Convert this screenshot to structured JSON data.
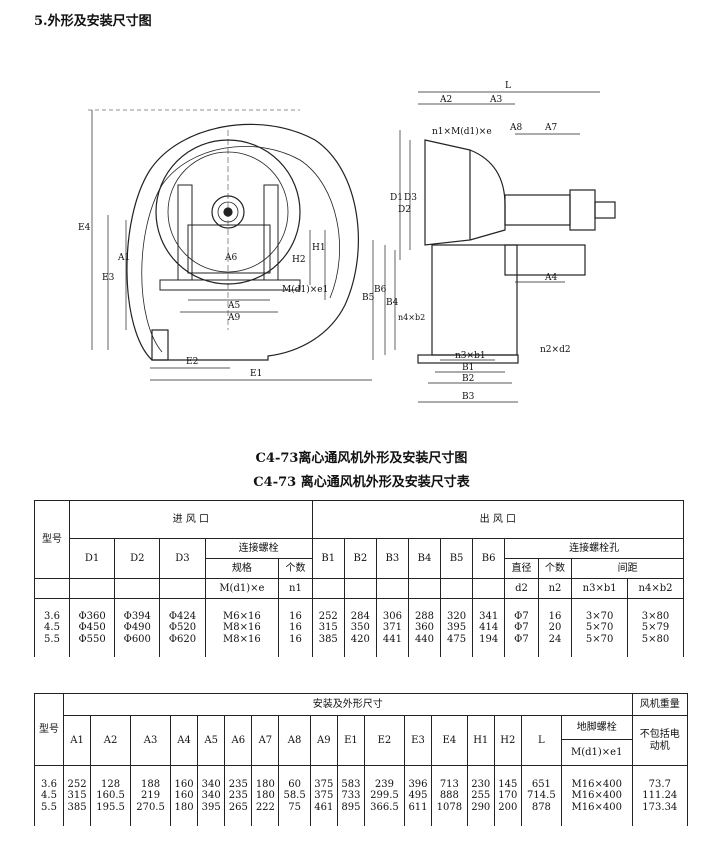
{
  "section_title": "5.外形及安装尺寸图",
  "figure_caption": "C4-73离心通风机外形及安装尺寸图",
  "table_caption": "C4-73 离心通风机外形及安装尺寸表",
  "drawing_labels": {
    "E4": "E4",
    "E3": "E3",
    "A1": "A1",
    "A6": "A6",
    "A5": "A5",
    "A9": "A9",
    "H1": "H1",
    "H2": "H2",
    "E2": "E2",
    "E1": "E1",
    "bolt": "M(d1)×e1",
    "L": "L",
    "A2": "A2",
    "A3": "A3",
    "A8": "A8",
    "A7": "A7",
    "flange": "n1×M(d1)×e",
    "D1": "D1",
    "D2": "D2",
    "D3": "D3",
    "B5": "B5",
    "B6": "B6",
    "B4": "B4",
    "holes": "n4×b2",
    "nb1": "n3×b1",
    "B1": "B1",
    "B2": "B2",
    "B3": "B3",
    "A4": "A4",
    "n2d2": "n2×d2"
  },
  "table1": {
    "model_label": "型号",
    "inlet_label": "进 风 口",
    "outlet_label": "出 风 口",
    "inlet_bolt_label": "连接螺栓",
    "outlet_bolt_label": "连接螺栓孔",
    "spec_label": "规格",
    "count_label": "个数",
    "diameter_label": "直径",
    "count2_label": "个数",
    "spacing_label": "间距",
    "cols": [
      "D1",
      "D2",
      "D3",
      "B1",
      "B2",
      "B3",
      "B4",
      "B5",
      "B6"
    ],
    "sub": {
      "spec": "M(d1)×e",
      "n1": "n1",
      "d2": "d2",
      "n2": "n2",
      "n3b1": "n3×b1",
      "n4b2": "n4×b2"
    },
    "models": [
      "3.6",
      "4.5",
      "5.5"
    ],
    "D1": [
      "Φ360",
      "Φ450",
      "Φ550"
    ],
    "D2": [
      "Φ394",
      "Φ490",
      "Φ600"
    ],
    "D3": [
      "Φ424",
      "Φ520",
      "Φ620"
    ],
    "spec": [
      "M6×16",
      "M8×16",
      "M8×16"
    ],
    "n1": [
      "16",
      "16",
      "16"
    ],
    "B1": [
      "252",
      "315",
      "385"
    ],
    "B2": [
      "284",
      "350",
      "420"
    ],
    "B3": [
      "306",
      "371",
      "441"
    ],
    "B4": [
      "288",
      "360",
      "440"
    ],
    "B5": [
      "320",
      "395",
      "475"
    ],
    "B6": [
      "341",
      "414",
      "194"
    ],
    "d2": [
      "Φ7",
      "Φ7",
      "Φ7"
    ],
    "n2": [
      "16",
      "20",
      "24"
    ],
    "n3b1": [
      "3×70",
      "5×70",
      "5×70"
    ],
    "n4b2": [
      "3×80",
      "5×79",
      "5×80"
    ]
  },
  "table2": {
    "model_label": "型号",
    "dims_label": "安装及外形尺寸",
    "weight_label": "风机重量",
    "anchor_label": "地脚螺栓",
    "anchor_spec": "M(d1)×e1",
    "weight_note": [
      "不包括电",
      "动机"
    ],
    "cols": [
      "A1",
      "A2",
      "A3",
      "A4",
      "A5",
      "A6",
      "A7",
      "A8",
      "A9",
      "E1",
      "E2",
      "E3",
      "E4",
      "H1",
      "H2",
      "L"
    ],
    "rows": [
      [
        "3.6",
        "252",
        "128",
        "188",
        "160",
        "340",
        "235",
        "180",
        "60",
        "375",
        "583",
        "239",
        "396",
        "713",
        "230",
        "145",
        "651",
        "M16×400",
        "73.7"
      ],
      [
        "4.5",
        "315",
        "160.5",
        "219",
        "160",
        "340",
        "235",
        "180",
        "58.5",
        "375",
        "733",
        "299.5",
        "495",
        "888",
        "255",
        "170",
        "714.5",
        "M16×400",
        "111.24"
      ],
      [
        "5.5",
        "385",
        "195.5",
        "270.5",
        "180",
        "395",
        "265",
        "222",
        "75",
        "461",
        "895",
        "366.5",
        "611",
        "1078",
        "290",
        "200",
        "878",
        "M16×400",
        "173.34"
      ]
    ]
  }
}
